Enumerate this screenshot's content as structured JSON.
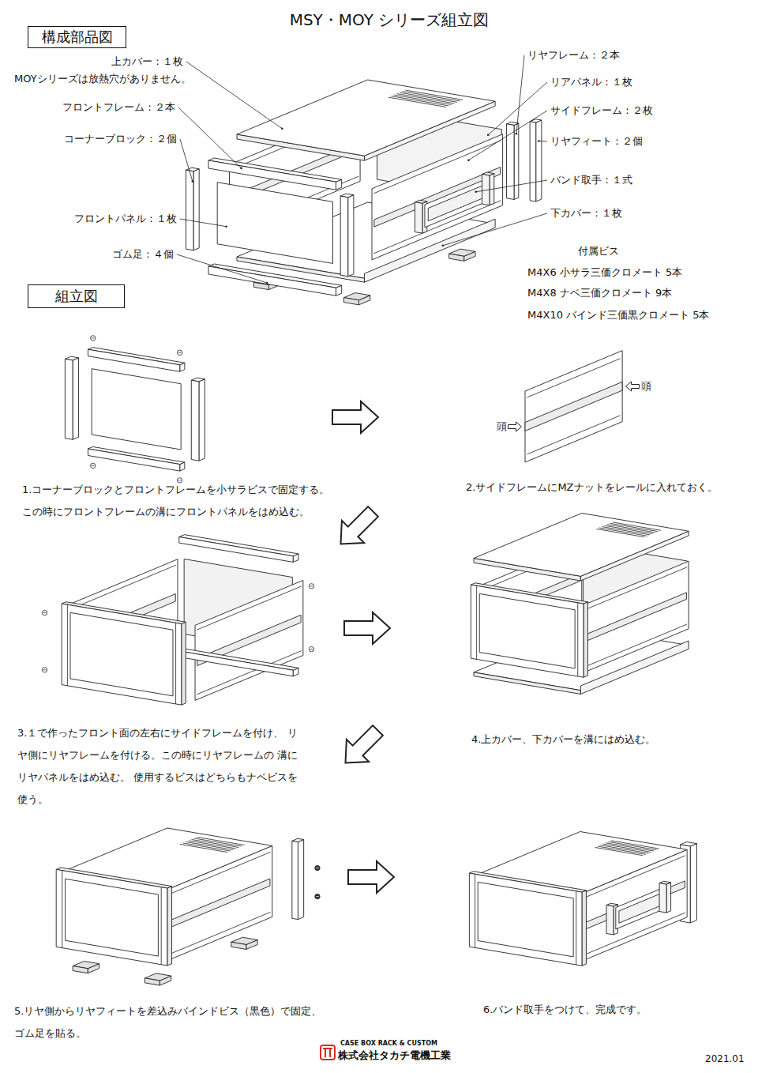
{
  "diagram": {
    "title": "MSY・MOY シリーズ組立図",
    "nodes": [
      {
        "text": [
          "構成部品図"
        ]
      },
      {
        "text": [
          "組立図"
        ]
      }
    ],
    "labels": [
      "上カバー：１枚",
      "MOYシリーズは放熱穴がありません。",
      "フロントフレーム：２本",
      "コーナーブロック：２個",
      "フロントパネル：１枚",
      "ゴム足：４個",
      "リヤフレーム：２本",
      "リアパネル：１枚",
      "サイドフレーム：２枚",
      "リヤフィート：２個",
      "バンド取手：１式",
      "下カバー：１枚",
      "付属ビス",
      "M4X6 小サラ三価クロメート 5本",
      "M4X8 ナベ三価クロメート 9本",
      "M4X10 バインド三価黒クロメート 5本",
      "1.コーナーブロックとフロントフレームを小サラビスで固定する。 この時にフロントフレームの溝にフロントパネルをはめ込む。",
      "頭",
      "頭",
      "2.サイドフレームにMZナットをレールに入れておく。",
      "3.１で作ったフロント面の左右にサイドフレームを付け、 リヤ側にリヤフレームを付ける。この時にリヤフレームの 溝にリヤパネルをはめ込む。 使用するビスはどちらもナベビスを使う。",
      "4.上カバー、下カバーを溝にはめ込む。",
      "5.リヤ側からリヤフィートを差込みバインドビス（黒色）で固定、 ゴム足を貼る。",
      "6.バンド取手をつけて、完成です。",
      "CASE BOX RACK & CUSTOM",
      "株式会社タカチ電機工業",
      "2021.01"
    ]
  }
}
